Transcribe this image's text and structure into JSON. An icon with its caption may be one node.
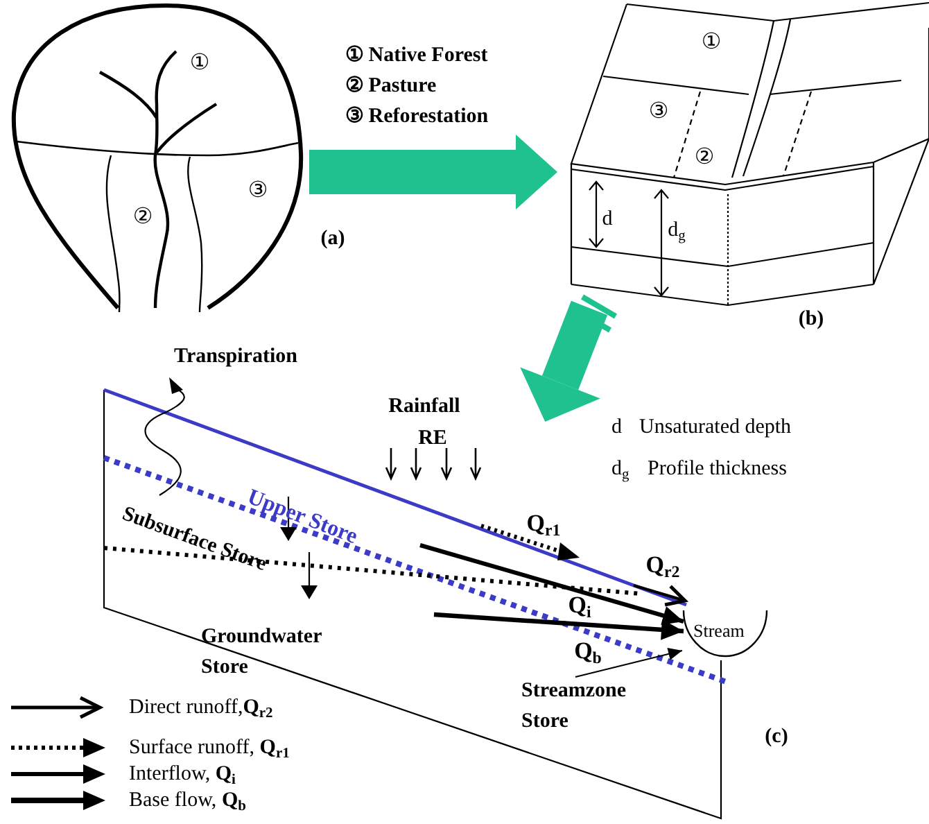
{
  "diagram": {
    "nodes": [
      {
        "text": [],
        "shape": "picture",
        "beside": [
          "(a)"
        ]
      },
      {
        "text": [],
        "shape": "picture",
        "beside": [
          "(b)"
        ]
      },
      {
        "text": [],
        "shape": "picture",
        "beside": [
          "(c)"
        ]
      },
      {
        "text": [
          "Stream"
        ]
      },
      {
        "text": [
          "Streamzone Store"
        ],
        "in": 2
      }
    ],
    "edges": [
      {
        "from": 0,
        "to": 1,
        "arrow": "to",
        "style": "thick",
        "color": "#1fc28f"
      },
      {
        "from": 1,
        "to": 2,
        "arrow": "to",
        "style": "thick",
        "color": "#1fc28f"
      },
      {
        "from": null,
        "to": 3,
        "arrow": "to",
        "label": "Q$_{r2}$"
      },
      {
        "from": null,
        "to": 3,
        "arrow": "to",
        "label": "Q$_{i}$"
      },
      {
        "from": null,
        "to": 3,
        "arrow": "to",
        "label": "Q$_{b}$"
      },
      {
        "from": 4,
        "to": 3,
        "arrow": "to"
      }
    ],
    "labels": [
      "①",
      "②",
      "③",
      "① Native Forest",
      "② Pasture",
      "③ Reforestation",
      "①",
      "③",
      "②",
      "d",
      "d$_{g}$",
      "d",
      "Unsaturated depth",
      "d$_{g}$",
      "Profile thickness",
      "Transpiration",
      "Rainfall",
      "RE",
      "Upper Store",
      "Subsurface Store",
      "Q$_{r1}$",
      "Groundwater Store"
    ],
    "legend": [
      {
        "text": "Direct runoff,**Q**$_{r2}$"
      },
      {
        "text": "Surface runoff, **Q**$_{r1}$"
      },
      {
        "text": "Interflow, **Q**$_{i}$"
      },
      {
        "text": "Base flow, **Q**$_{b}$"
      }
    ]
  }
}
